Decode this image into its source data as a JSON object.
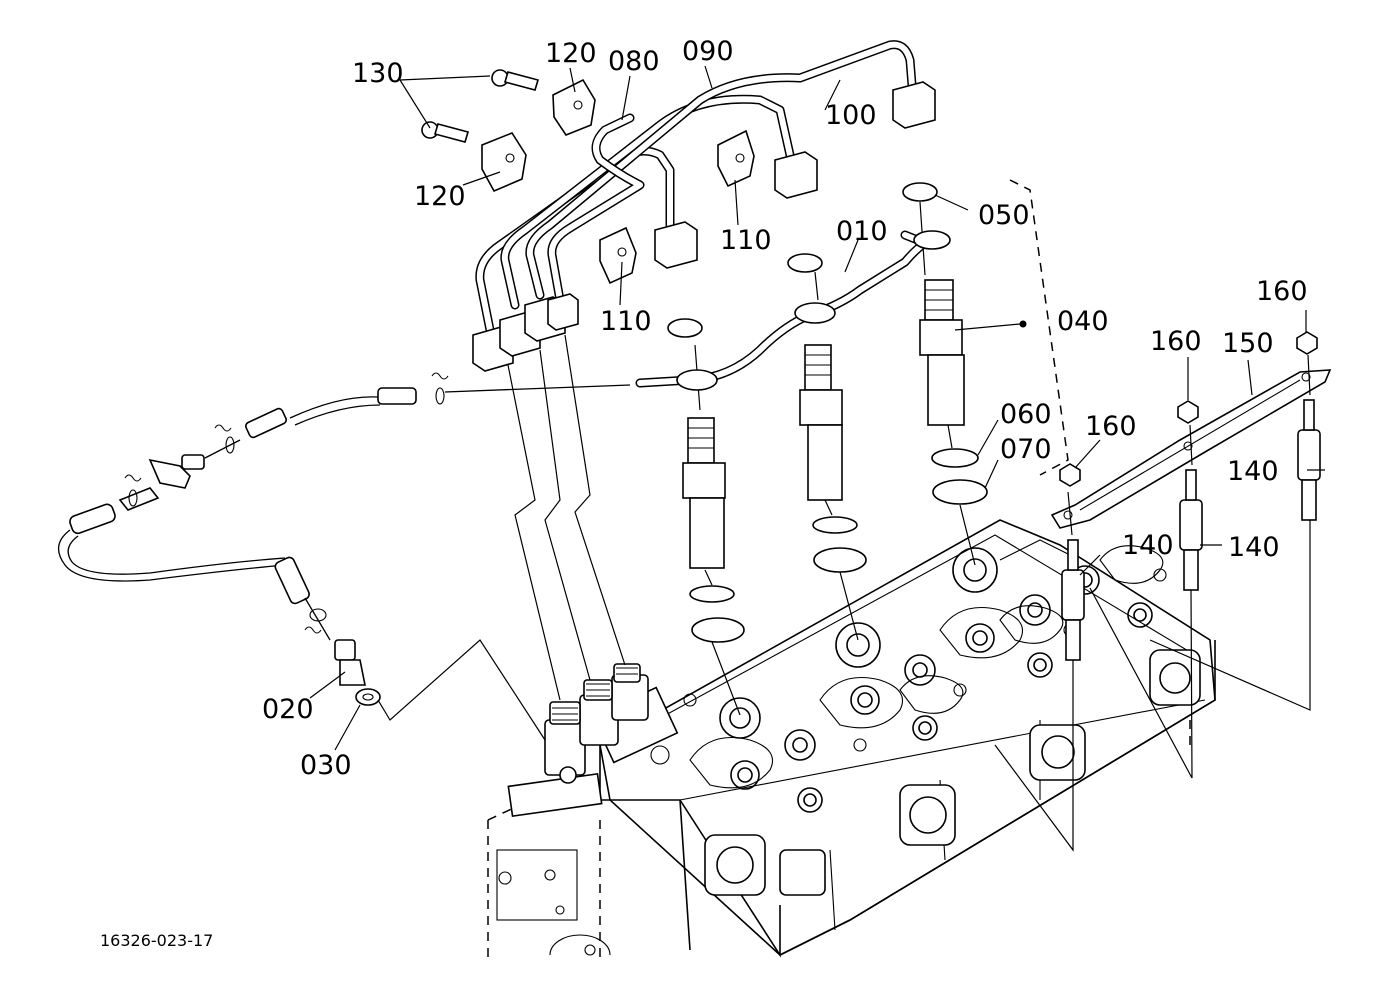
{
  "diagram": {
    "drawing_number": "16326-023-17",
    "labels": {
      "p130": "130",
      "p120_top": "120",
      "p080": "080",
      "p090": "090",
      "p100": "100",
      "p120_left": "120",
      "p110_top": "110",
      "p110_mid": "110",
      "p050": "050",
      "p010": "010",
      "p040": "040",
      "p060": "060",
      "p070": "070",
      "p160_a": "160",
      "p160_b": "160",
      "p160_c": "160",
      "p150": "150",
      "p140_a": "140",
      "p140_b": "140",
      "p140_c": "140",
      "p020": "020",
      "p030": "030"
    }
  }
}
